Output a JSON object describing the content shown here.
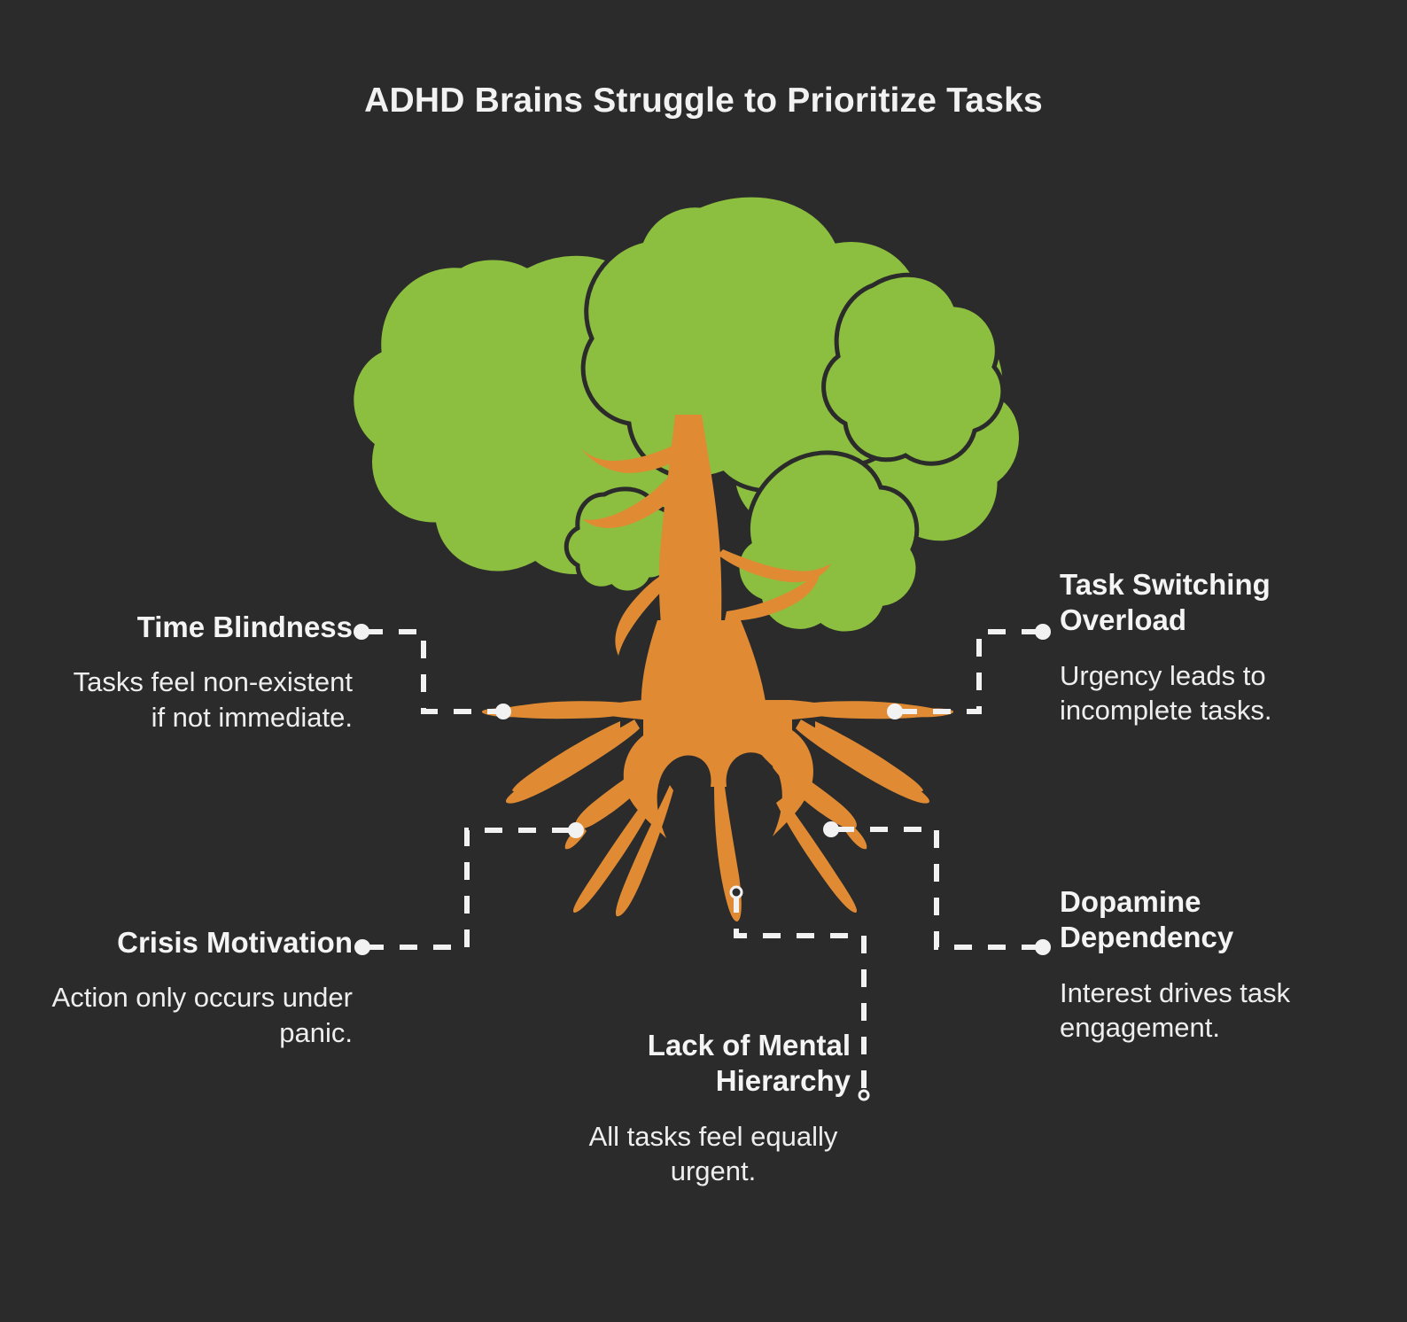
{
  "page": {
    "title": "ADHD Brains Struggle to Prioritize Tasks",
    "background_color": "#2b2b2b",
    "title_color": "#f2f2f2",
    "body_text_color": "#eeeeee"
  },
  "illustration": {
    "name": "tree-with-roots",
    "foliage_color": "#8CBE3F",
    "foliage_outline_color": "#2b2b2b",
    "trunk_color": "#E08B33",
    "root_color": "#E08B33",
    "connector_color": "#f2f2f2"
  },
  "callouts": [
    {
      "id": "time-blindness",
      "title": "Time Blindness",
      "body": "Tasks feel non-existent if not immediate.",
      "align": "right",
      "side": "left"
    },
    {
      "id": "crisis-motivation",
      "title": "Crisis Motivation",
      "body": "Action only occurs under panic.",
      "align": "right",
      "side": "left"
    },
    {
      "id": "task-switching-overload",
      "title": "Task Switching Overload",
      "body": "Urgency leads to incomplete tasks.",
      "align": "left",
      "side": "right"
    },
    {
      "id": "dopamine-dependency",
      "title": "Dopamine Dependency",
      "body": "Interest drives task engagement.",
      "align": "left",
      "side": "right"
    },
    {
      "id": "lack-of-mental-hierarchy",
      "title": "Lack of Mental Hierarchy",
      "body": "All tasks feel equally urgent.",
      "align": "right",
      "side": "bottom"
    }
  ]
}
